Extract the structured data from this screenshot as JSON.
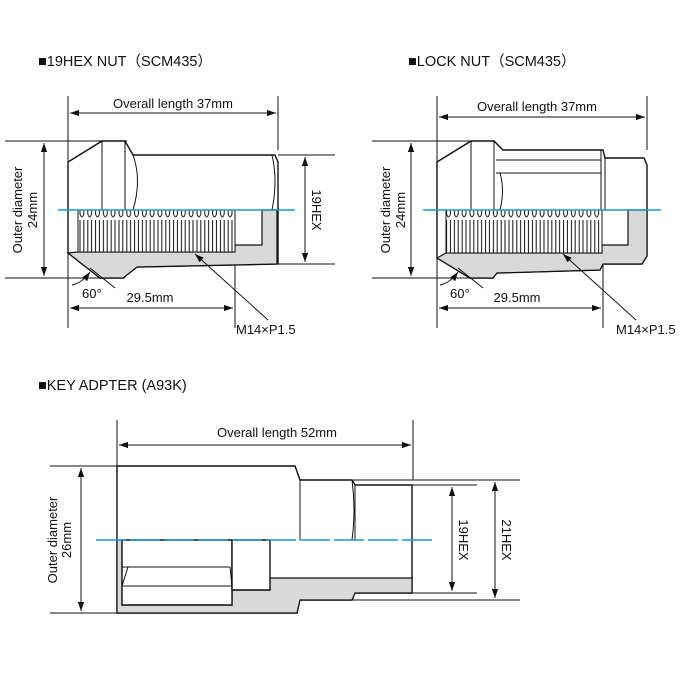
{
  "hex_nut": {
    "title": "■19HEX NUT（SCM435）",
    "overall_length": "Overall length 37mm",
    "outer_diameter_label": "Outer diameter",
    "outer_diameter_value": "24mm",
    "hex": "19HEX",
    "angle": "60°",
    "thread_length": "29.5mm",
    "thread_spec": "M14×P1.5"
  },
  "lock_nut": {
    "title": "■LOCK NUT（SCM435）",
    "overall_length": "Overall length 37mm",
    "outer_diameter_label": "Outer diameter",
    "outer_diameter_value": "24mm",
    "angle": "60°",
    "thread_length": "29.5mm",
    "thread_spec": "M14×P1.5"
  },
  "key_adapter": {
    "title": "■KEY ADPTER (A93K)",
    "overall_length": "Overall length 52mm",
    "outer_diameter_label": "Outer diameter",
    "outer_diameter_value": "26mm",
    "hex_inner": "19HEX",
    "hex_outer": "21HEX"
  },
  "colors": {
    "centerline": "#1a9ad6",
    "section": "#d9d9d9"
  }
}
